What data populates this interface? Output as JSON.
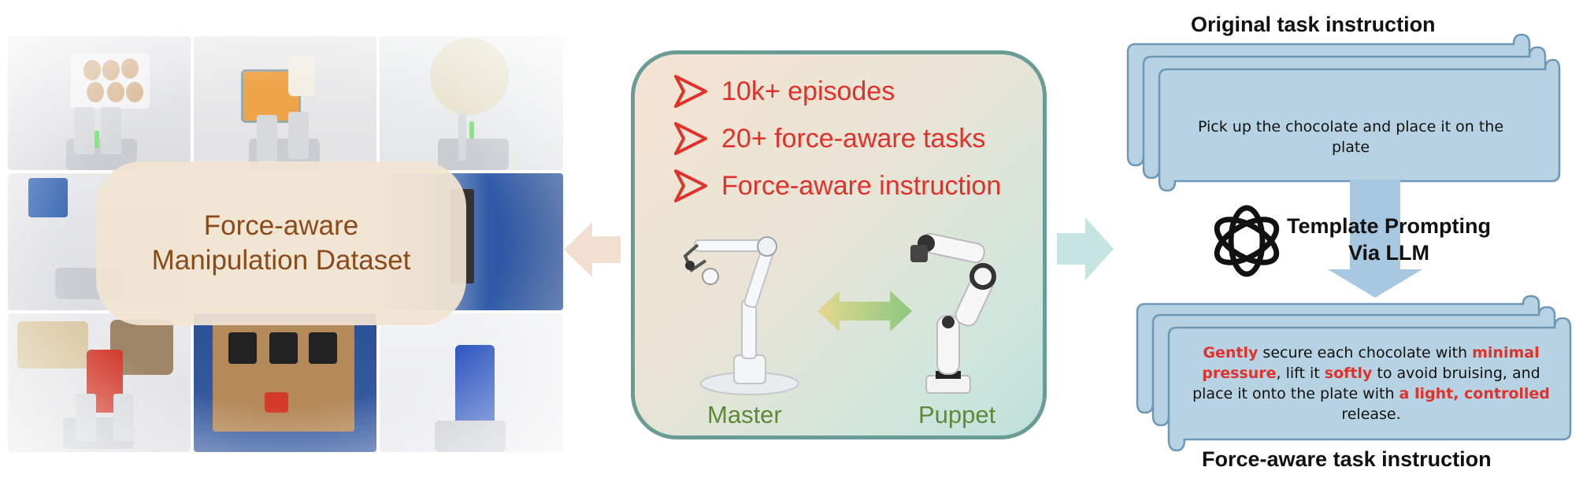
{
  "dataset": {
    "line1": "Force-aware",
    "line2": "Manipulation Dataset"
  },
  "features": [
    {
      "icon": "outline-triangle-icon",
      "label": "10k+ episodes"
    },
    {
      "icon": "outline-triangle-icon",
      "label": "20+ force-aware tasks"
    },
    {
      "icon": "outline-triangle-icon",
      "label": "Force-aware instruction"
    }
  ],
  "robots": {
    "master_label": "Master",
    "puppet_label": "Puppet"
  },
  "original": {
    "title": "Original task instruction",
    "text": "Pick up the chocolate and place it on the plate"
  },
  "llm": {
    "icon": "openai-logo-icon",
    "line1": "Template Prompting",
    "line2": "Via LLM"
  },
  "force_aware": {
    "title": "Force-aware task instruction",
    "segments": [
      {
        "text": "Gently",
        "highlight": true
      },
      {
        "text": " secure each chocolate with ",
        "highlight": false
      },
      {
        "text": "minimal pressure",
        "highlight": true
      },
      {
        "text": ", lift it ",
        "highlight": false
      },
      {
        "text": "softly",
        "highlight": true
      },
      {
        "text": " to avoid bruising, and place it onto the plate with ",
        "highlight": false
      },
      {
        "text": "a light, controlled",
        "highlight": true
      },
      {
        "text": " release.",
        "highlight": false
      }
    ]
  },
  "colors": {
    "highlight": "#e0322a",
    "dataset_text": "#8a4a1a",
    "robot_label": "#5d8a3a",
    "panel_border": "#6a9c96",
    "scroll_fill": "#b7d3e3",
    "scroll_stroke": "#6f97b6",
    "arrow_left": "#f1dfcf",
    "arrow_right": "#c6e4e1",
    "down_arrow": "#a7c8e0"
  }
}
